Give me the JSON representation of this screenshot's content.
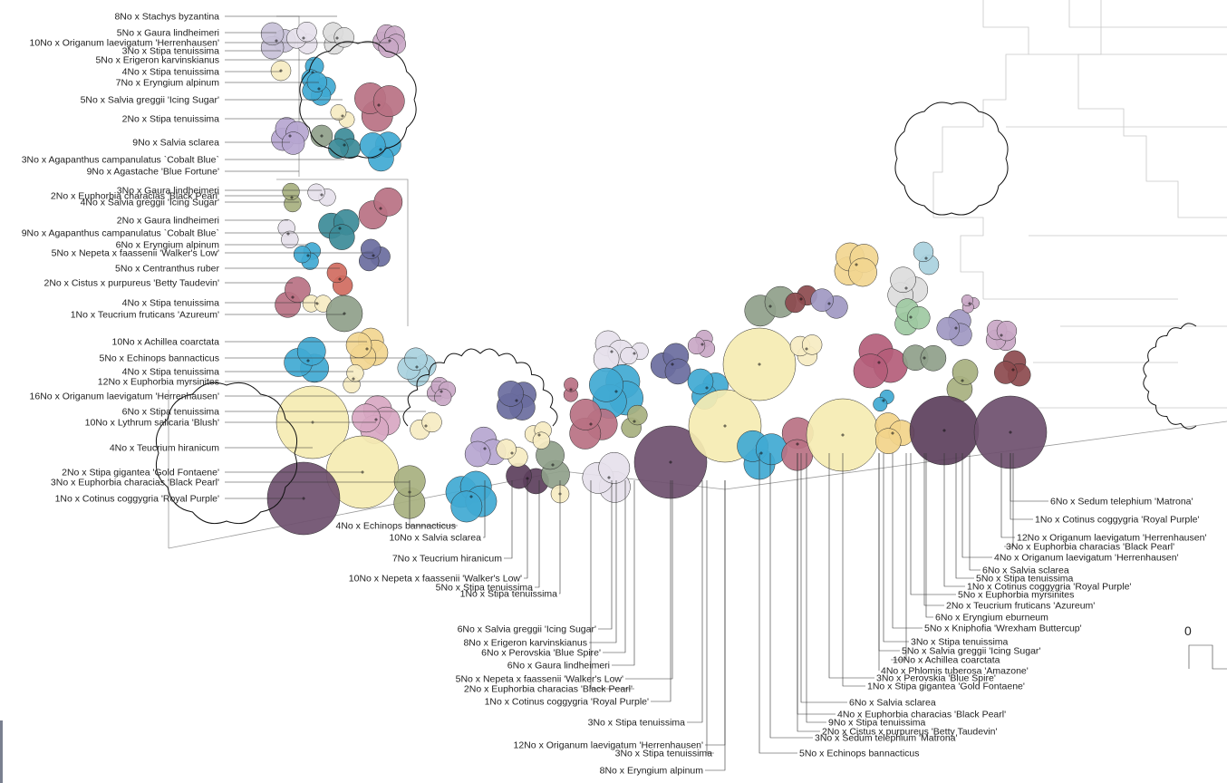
{
  "scale": {
    "label": "0"
  },
  "left_labels": [
    "8No x Stachys byzantina",
    "5No x Gaura lindheimeri",
    "10No x Origanum laevigatum 'Herrenhausen'",
    "3No x Stipa tenuissima",
    "5No x Erigeron karvinskianus",
    "4No x Stipa tenuissima",
    "7No x Eryngium alpinum",
    "5No x Salvia greggii 'Icing Sugar'",
    "2No x Stipa tenuissima",
    "9No x Salvia sclarea",
    "3No x Agapanthus campanulatus `Cobalt Blue`",
    "9No x Agastache 'Blue Fortune'",
    "3No x Gaura lindheimeri",
    "2No x Euphorbia characias 'Black Pearl'",
    "4No x Salvia greggii 'Icing Sugar'",
    "2No x Gaura lindheimeri",
    "9No x Agapanthus campanulatus `Cobalt Blue`",
    "6No x Eryngium alpinum",
    "5No x Nepeta x faassenii 'Walker's Low'",
    "5No x Centranthus ruber",
    "2No x Cistus x purpureus 'Betty Taudevin'",
    "4No x Stipa tenuissima",
    "1No x Teucrium fruticans 'Azureum'",
    "10No x Achillea coarctata",
    "5No x Echinops bannacticus",
    "4No x Stipa tenuissima",
    "12No x Euphorbia myrsinites",
    "16No x Origanum laevigatum 'Herrenhausen'",
    "6No x Stipa tenuissima",
    "10No x Lythrum salicaria 'Blush'",
    "4No x Teucrium hiranicum",
    "2No x Stipa gigantea 'Gold Fontaene'",
    "3No x Euphorbia characias 'Black Pearl'",
    "1No x Cotinus coggygria 'Royal Purple'"
  ],
  "bottom_labels": [
    "4No x Echinops bannacticus",
    "10No x Salvia sclarea",
    "7No x Teucrium hiranicum",
    "10No x Nepeta x faassenii 'Walker's Low'",
    "5No x Stipa tenuissima",
    "1No x Stipa tenuissima",
    "6No x Salvia greggii 'Icing Sugar'",
    "8No x Erigeron karvinskianus",
    "6No x Perovskia 'Blue Spire'",
    "6No x Gaura lindheimeri",
    "5No x Nepeta x faassenii 'Walker's Low'",
    "2No x Euphorbia characias 'Black Pearl'",
    "1No x Cotinus coggygria 'Royal Purple'",
    "3No x Stipa tenuissima",
    "12No x Origanum laevigatum 'Herrenhausen'",
    "3No x Stipa tenuissima",
    "8No x Eryngium alpinum"
  ],
  "right_labels": [
    "6No x Sedum telephium 'Matrona'",
    "1No x Cotinus coggygria 'Royal Purple'",
    "12No x Origanum laevigatum 'Herrenhausen'",
    "3No x Euphorbia characias 'Black Pearl'",
    "4No x Origanum laevigatum 'Herrenhausen'",
    "6No x Salvia sclarea",
    "5No x Stipa tenuissima",
    "1No x Cotinus coggygria 'Royal Purple'",
    "5No x Euphorbia myrsinites",
    "2No x Teucrium fruticans 'Azureum'",
    "6No x Eryngium eburneum",
    "5No x Kniphofia 'Wrexham Buttercup'",
    "3No x Stipa tenuissima",
    "5No x Salvia greggii 'Icing Sugar'",
    "10No x Achillea coarctata",
    "4No x Phlomis tuberosa 'Amazone'",
    "3No x Perovskia 'Blue Spire'",
    "1No x Stipa gigantea 'Gold Fontaene'",
    "6No x Salvia sclarea",
    "4No x Euphorbia characias 'Black Pearl'",
    "9No x Stipa tenuissima",
    "2No x Cistus x purpureus 'Betty Taudevin'",
    "3No x Sedum telephium 'Matrona'",
    "5No x Echinops bannacticus"
  ],
  "colors": {
    "stipa": "#f6ebc2",
    "stipa_gigantea": "#f5ecb2",
    "cotinus": "#6e4f6e",
    "euphorbia_black_pearl": "#5c3f5c",
    "salvia_sclarea": "#b6a6d0",
    "salvia_greggii": "#a8b59e",
    "eryngium": "#40a9d3",
    "agapanthus": "#3c8b98",
    "nepeta": "#6a6d9e",
    "gaura": "#e6e1ec",
    "achillea": "#f2d690",
    "echinops": "#a9d1de",
    "cistus": "#b97183",
    "centranthus": "#d06b5f",
    "teucrium_fruticans": "#8fa08a",
    "origanum": "#c9a7c6",
    "lythrum": "#d8a7c2",
    "teucrium_hiranicum": "#a89f91",
    "sedum": "#8c4a4e",
    "perovskia": "#9f98c2",
    "euphorbia_myrsinites": "#9ec9a2",
    "salvia_icing": "#c8c1d8",
    "teucrium_green": "#a7b07f",
    "phlomis": "#b45d79",
    "kniphofia": "#f2d48a",
    "stachys": "#dcdcdc"
  }
}
